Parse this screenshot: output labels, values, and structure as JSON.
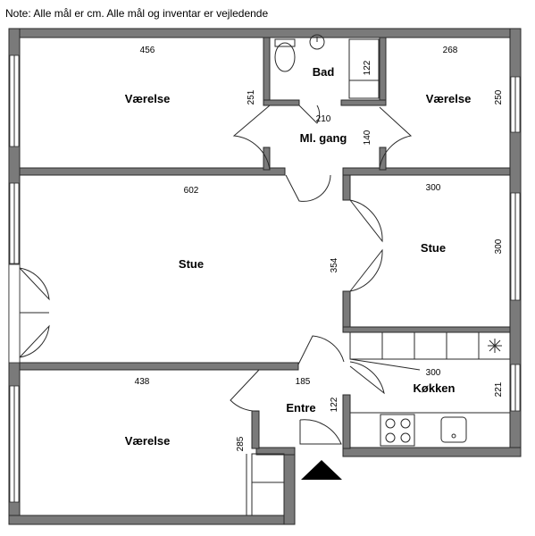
{
  "note": "Note: Alle mål er cm. Alle mål og inventar er vejledende",
  "rooms": {
    "vaerelse_top_left": {
      "label": "Værelse",
      "dim_width": "456",
      "dim_depth": "251"
    },
    "bad": {
      "label": "Bad",
      "dim": "122"
    },
    "vaerelse_top_right": {
      "label": "Værelse",
      "dim_width": "268",
      "dim_depth": "250"
    },
    "gang": {
      "label": "Ml. gang",
      "dim_width": "210",
      "dim_depth": "140"
    },
    "stue_large": {
      "label": "Stue",
      "dim_width": "602",
      "dim_depth": "354"
    },
    "stue_small": {
      "label": "Stue",
      "dim_width": "300",
      "dim_depth": "300"
    },
    "koekken": {
      "label": "Køkken",
      "dim_width": "300",
      "dim_depth": "221"
    },
    "entre": {
      "label": "Entre",
      "dim_width": "185",
      "dim_depth": "122"
    },
    "vaerelse_bottom_left": {
      "label": "Værelse",
      "dim_width": "438",
      "dim_depth": "285"
    }
  },
  "colors": {
    "wall": "#7a7a7a",
    "line": "#2a2a2a",
    "background": "#ffffff"
  },
  "icons": [
    "toilet-icon",
    "sink-icon",
    "stove-icon",
    "kitchen-sink-icon",
    "entrance-arrow-icon"
  ]
}
